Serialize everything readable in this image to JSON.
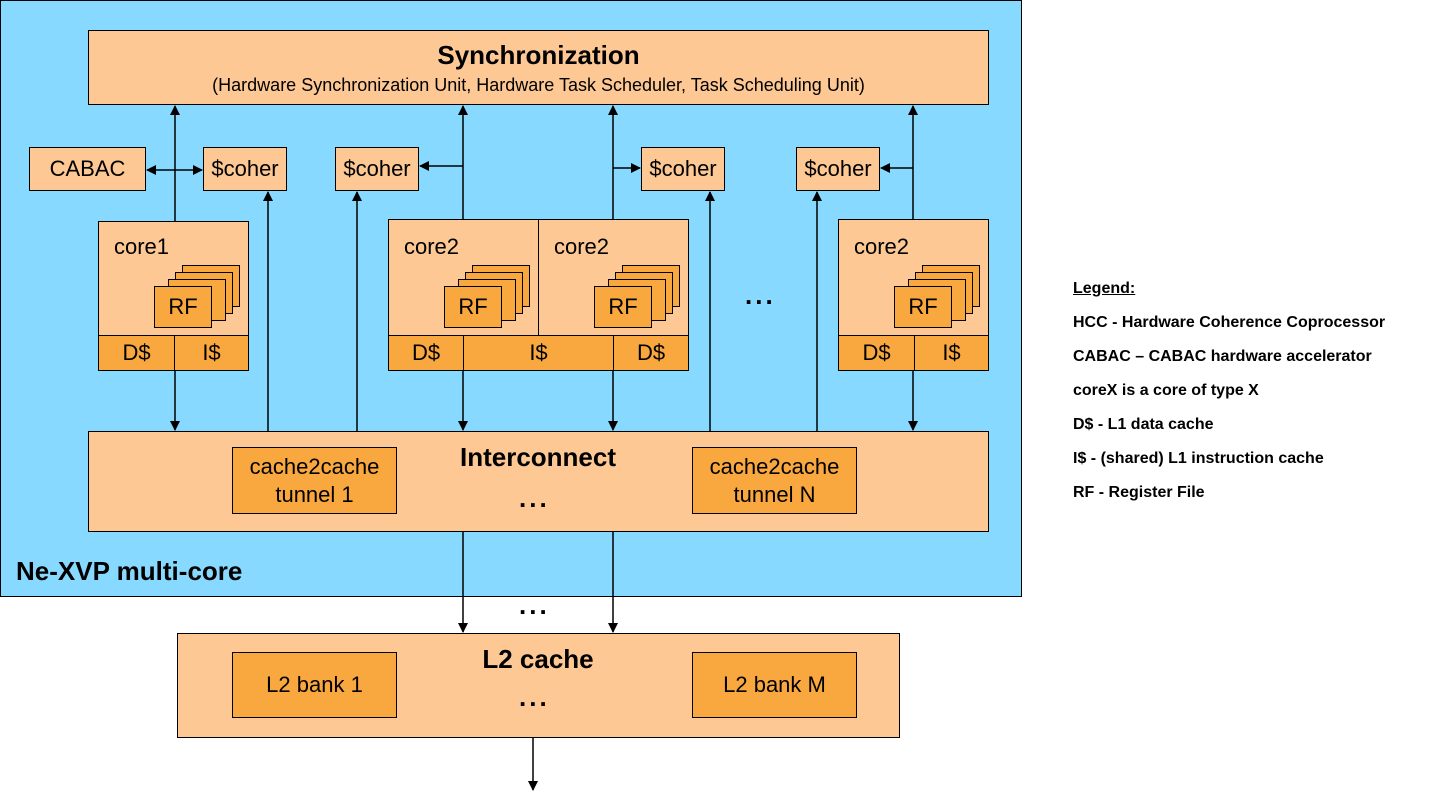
{
  "container": {
    "title": "Ne-XVP multi-core"
  },
  "sync": {
    "title": "Synchronization",
    "subtitle": "(Hardware Synchronization Unit, Hardware Task Scheduler, Task Scheduling Unit)"
  },
  "cabac": {
    "label": "CABAC"
  },
  "coher": {
    "label": "$coher"
  },
  "cores": {
    "core1": "core1",
    "core2": "core2",
    "rf": "RF",
    "dcache": "D$",
    "icache": "I$",
    "ellipsis": "..."
  },
  "interconnect": {
    "title": "Interconnect",
    "tunnel1_line1": "cache2cache",
    "tunnel1_line2": "tunnel 1",
    "tunnelN_line1": "cache2cache",
    "tunnelN_line2": "tunnel N",
    "ellipsis": "..."
  },
  "between_ellipsis": "...",
  "l2": {
    "title": "L2 cache",
    "bank1": "L2 bank 1",
    "bankM": "L2 bank M",
    "ellipsis": "..."
  },
  "legend": {
    "title": "Legend:",
    "items": [
      "HCC - Hardware Coherence Coprocessor",
      "CABAC – CABAC hardware accelerator",
      "coreX is a core of type X",
      "D$ - L1 data cache",
      "I$ - (shared) L1 instruction cache",
      "RF - Register File"
    ]
  },
  "colors": {
    "container": "#87d9ff",
    "block": "#fdc893",
    "accent": "#f9a73f",
    "line": "#000000"
  }
}
